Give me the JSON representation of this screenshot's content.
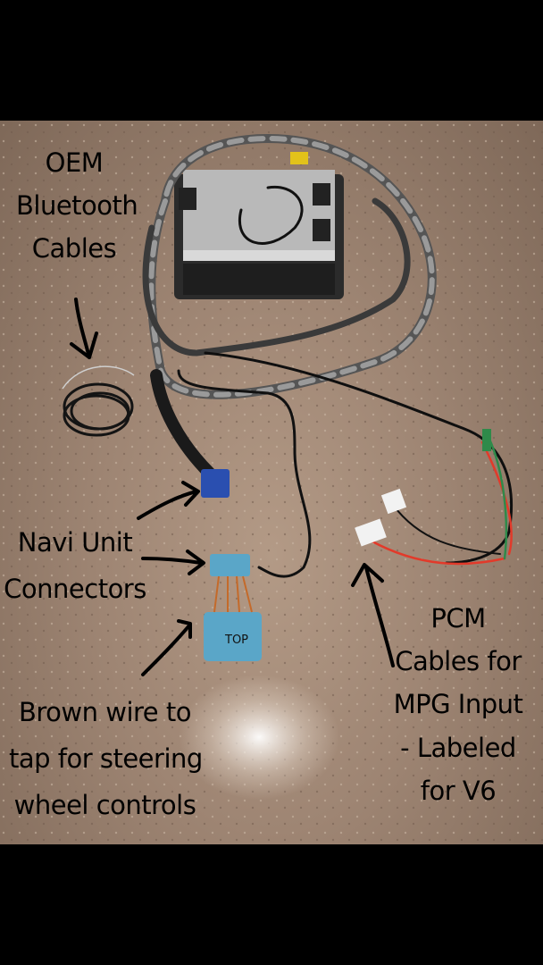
{
  "labels": {
    "oem_bluetooth": [
      "OEM",
      "Bluetooth",
      "Cables"
    ],
    "navi_unit": [
      "Navi Unit",
      "Connectors"
    ],
    "brown_wire": [
      "Brown wire to",
      "tap for steering",
      "wheel controls"
    ],
    "pcm": [
      "PCM",
      "Cables for",
      "MPG Input",
      "- Labeled",
      "for V6"
    ],
    "connector_tag": "TOP"
  },
  "colors": {
    "background_bars": "#000000",
    "carpet": "#a08775",
    "connector_blue": "#5aa6c8",
    "connector_dark_blue": "#2a4fb0",
    "wire_red": "#e23a2a",
    "wire_green": "#2f8a4a",
    "harness_gray": "#8c8c8c",
    "unit_body": "#b9b9b9"
  }
}
